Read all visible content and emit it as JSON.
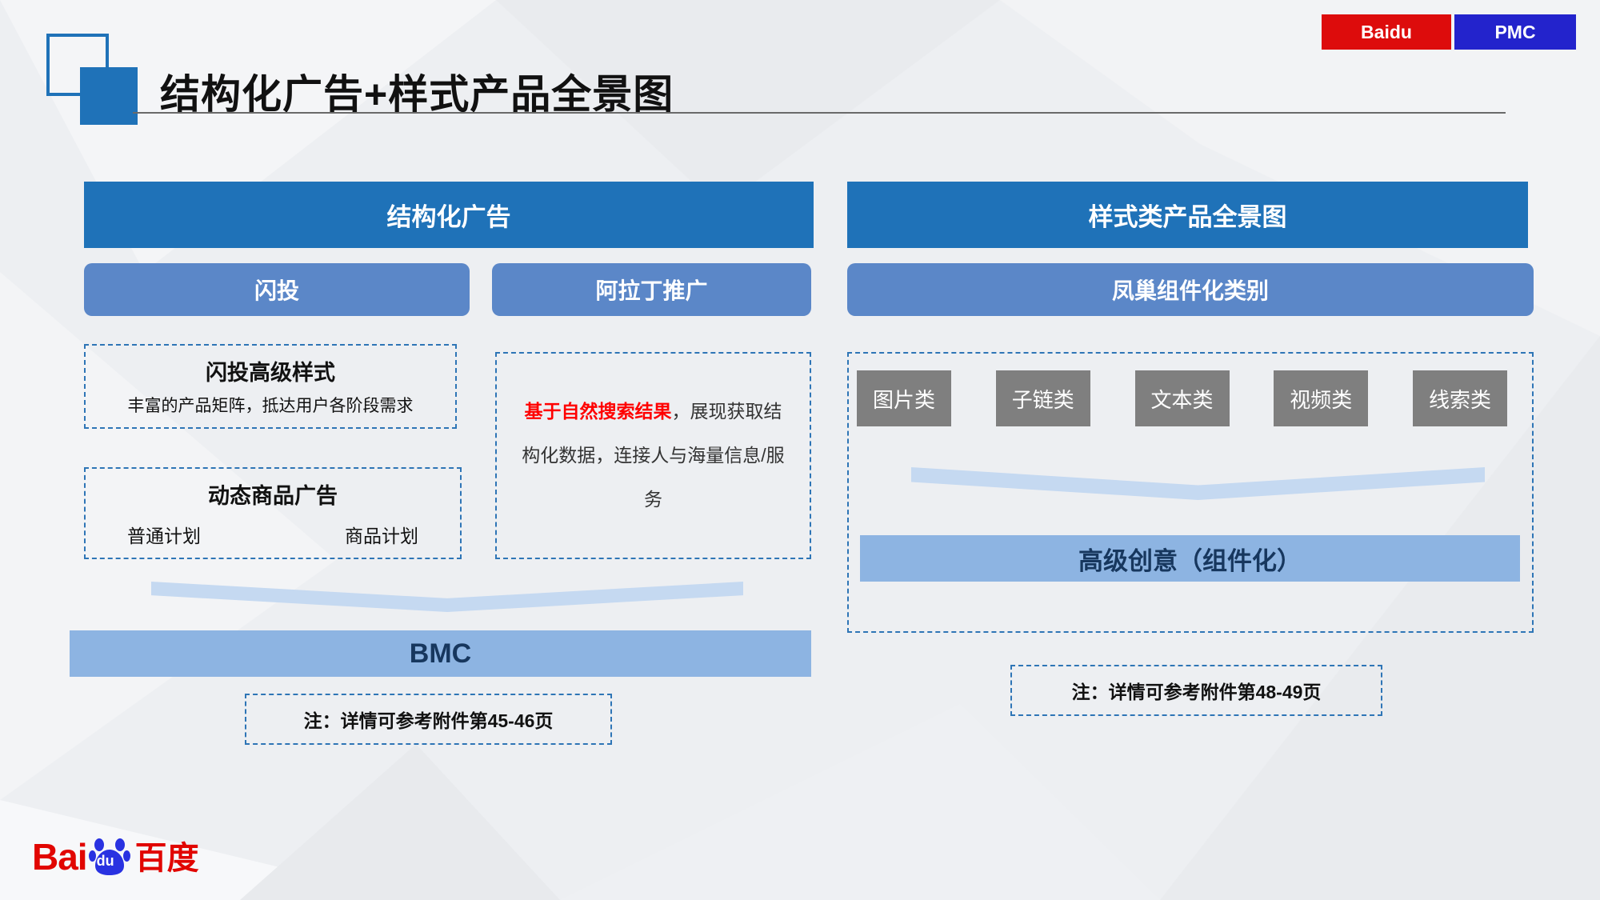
{
  "slide_title": "结构化广告+样式产品全景图",
  "badges": {
    "baidu": "Baidu",
    "pmc": "PMC"
  },
  "left": {
    "header": "结构化广告",
    "col1": "闪投",
    "col2": "阿拉丁推广",
    "premium_box": {
      "title": "闪投高级样式",
      "subtitle": "丰富的产品矩阵，抵达用户各阶段需求"
    },
    "dynamic_box": {
      "title": "动态商品广告",
      "item1": "普通计划",
      "item2": "商品计划"
    },
    "aladdin_box": {
      "highlight": "基于自然搜索结果",
      "rest": "，展现获取结构化数据，连接人与海量信息/服务"
    },
    "bmc": "BMC",
    "note": "注：详情可参考附件第45-46页"
  },
  "right": {
    "header": "样式类产品全景图",
    "sub_header": "凤巢组件化类别",
    "categories": [
      "图片类",
      "子链类",
      "文本类",
      "视频类",
      "线索类"
    ],
    "creative": "高级创意（组件化）",
    "note": "注：详情可参考附件第48-49页"
  },
  "logo": {
    "bai": "Bai",
    "du": "du",
    "cn": "百度"
  },
  "colors": {
    "header_blue": "#1f72b8",
    "sub_blue": "#5b87c8",
    "light_blue": "#8db4e2",
    "chevron_blue": "#c5d9f1",
    "gray_box": "#7f7f7f",
    "dashed_border": "#2e75b6",
    "badge_red": "#dd0c0c",
    "badge_blue": "#2323cc",
    "highlight_red": "#ff0000",
    "dark_text": "#17375e"
  }
}
